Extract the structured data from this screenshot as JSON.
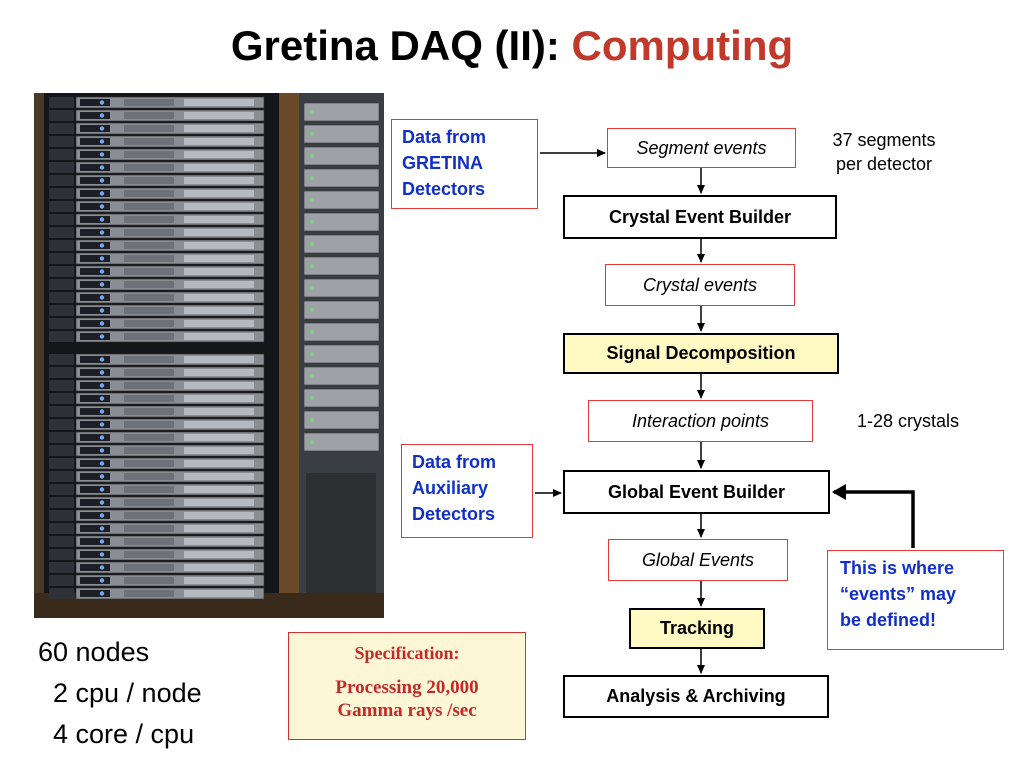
{
  "title": {
    "main": "Gretina DAQ (II): ",
    "accent": "Computing"
  },
  "photo": {
    "name": "server-rack-photo"
  },
  "nodes": {
    "line1": "60 nodes",
    "line2": "  2 cpu / node",
    "line3": "  4 core / cpu"
  },
  "spec": {
    "heading": "Specification:",
    "line1": "Processing 20,000",
    "line2": "Gamma rays /sec"
  },
  "sources": {
    "gretina": [
      "Data from",
      "GRETINA",
      "Detectors"
    ],
    "auxiliary": [
      "Data from",
      "Auxiliary",
      "Detectors"
    ]
  },
  "flow": {
    "segment_events": "Segment events",
    "crystal_event_builder": "Crystal Event Builder",
    "crystal_events": "Crystal events",
    "signal_decomposition": "Signal Decomposition",
    "interaction_points": "Interaction points",
    "global_event_builder": "Global Event Builder",
    "global_events": "Global Events",
    "tracking": "Tracking",
    "analysis_archiving": "Analysis & Archiving"
  },
  "notes": {
    "segments": [
      "37 segments",
      "per detector"
    ],
    "crystals": "1-28 crystals",
    "events_defined": [
      "This is where",
      "“events” may",
      "be defined!"
    ]
  },
  "colors": {
    "accent": "#c0392b",
    "source_text": "#1030c8",
    "box_border_red": "#e53935",
    "yellow_fill": "#fff9c4",
    "spec_fill": "#fdf7d6"
  }
}
